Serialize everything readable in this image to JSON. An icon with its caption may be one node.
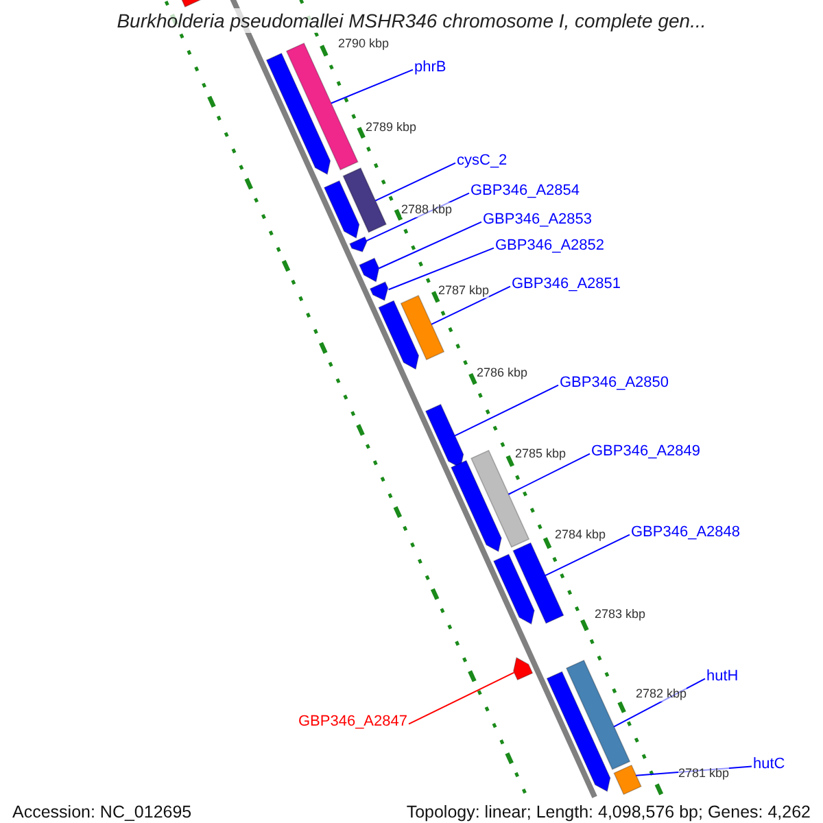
{
  "diagram": {
    "title": "Burkholderia pseudomallei MSHR346 chromosome I, complete gen...",
    "nodes": [
      {
        "text": [
          "phrB"
        ]
      },
      {
        "text": [
          "cysC_2"
        ]
      },
      {
        "text": [
          "GBP346_A2854"
        ]
      },
      {
        "text": [
          "GBP346_A2853"
        ]
      },
      {
        "text": [
          "GBP346_A2852"
        ]
      },
      {
        "text": [
          "GBP346_A2851"
        ]
      },
      {
        "text": [
          "GBP346_A2850"
        ]
      },
      {
        "text": [
          "GBP346_A2849"
        ]
      },
      {
        "text": [
          "GBP346_A2848"
        ]
      },
      {
        "text": [
          "GBP346_A2847"
        ]
      },
      {
        "text": [
          "hutH"
        ]
      },
      {
        "text": [
          "hutC"
        ]
      },
      {
        "text": [],
        "shape": "bar"
      },
      {
        "text": [],
        "shape": "bar"
      },
      {
        "text": [],
        "shape": "pentagon"
      },
      {
        "text": [],
        "shape": "bar"
      },
      {
        "text": [],
        "shape": "pentagon"
      },
      {
        "text": [],
        "shape": "pentagon"
      },
      {
        "text": [],
        "shape": "pentagon"
      },
      {
        "text": [],
        "shape": "pentagon"
      },
      {
        "text": [],
        "shape": "pentagon"
      },
      {
        "text": [],
        "shape": "bar"
      },
      {
        "text": [],
        "shape": "pentagon"
      },
      {
        "text": [],
        "shape": "pentagon"
      },
      {
        "text": [],
        "shape": "bar"
      },
      {
        "text": [],
        "shape": "bar"
      },
      {
        "text": [],
        "shape": "pentagon"
      },
      {
        "text": [],
        "shape": "pentagon"
      },
      {
        "text": [],
        "shape": "pentagon"
      },
      {
        "text": [],
        "shape": "bar"
      },
      {
        "text": [],
        "shape": "bar"
      }
    ],
    "edges": [
      {
        "from": 0,
        "to": 13,
        "arrow": "none"
      },
      {
        "from": 1,
        "to": 15,
        "arrow": "none"
      },
      {
        "from": 2,
        "to": 17,
        "arrow": "none"
      },
      {
        "from": 3,
        "to": 18,
        "arrow": "none"
      },
      {
        "from": 4,
        "to": 19,
        "arrow": "none"
      },
      {
        "from": 5,
        "to": 21,
        "arrow": "none"
      },
      {
        "from": 6,
        "to": 22,
        "arrow": "none"
      },
      {
        "from": 7,
        "to": 24,
        "arrow": "none"
      },
      {
        "from": 8,
        "to": 25,
        "arrow": "none"
      },
      {
        "from": 9,
        "to": 27,
        "arrow": "none",
        "color": "#ff0000"
      },
      {
        "from": 10,
        "to": 29,
        "arrow": "none"
      },
      {
        "from": 11,
        "to": 30,
        "arrow": "none"
      }
    ],
    "labels": [
      "2790 kbp",
      "2789 kbp",
      "2788 kbp",
      "2787 kbp",
      "2786 kbp",
      "2785 kbp",
      "2784 kbp",
      "2783 kbp",
      "2782 kbp",
      "2781 kbp",
      "Accession: NC_012695",
      "Topology: linear; Length: 4,098,576 bp; Genes: 4,262"
    ]
  }
}
